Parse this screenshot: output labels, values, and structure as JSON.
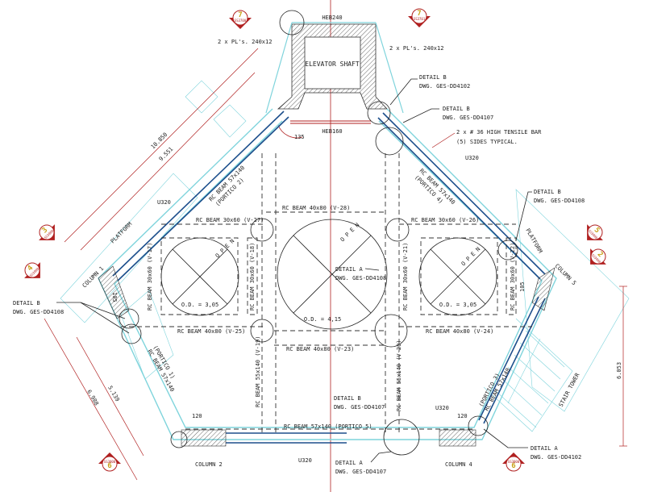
{
  "drawing": {
    "elevator_shaft": "ELEVATOR SHAFT",
    "heb240": "HEB240",
    "heb160": "HEB160",
    "pl_left": "2 x PL's. 240x12",
    "pl_right": "2 x PL's. 240x12",
    "tensile_bar_1": "2 x # 36 HIGH TENSILE BAR",
    "tensile_bar_2": "(5) SIDES TYPICAL.",
    "angle_135": "135",
    "angle_105_left": "105",
    "angle_105_right": "105",
    "angle_120_left": "120",
    "angle_120_right": "120",
    "open_left": "O P E N",
    "open_center": "O P E N",
    "open_right": "O P E N",
    "od_left": "O.D. = 3,05",
    "od_center": "O.D. = 4,15",
    "od_right": "O.D. = 3,05",
    "platform_left": "PLATFORM",
    "platform_right": "PLATFORM",
    "stair_tower": "STAIR TOWER",
    "columns": {
      "c1": "COLUMN 1",
      "c2": "COLUMN 2",
      "c4": "COLUMN 4",
      "c5": "COLUMN 5"
    },
    "u320": [
      "U320",
      "U320",
      "U320",
      "U320"
    ],
    "beams": {
      "portico2_a": "RC BEAM 57x140",
      "portico2_b": "(PORTICO 2)",
      "portico4_a": "RC BEAM 57x140",
      "portico4_b": "(PORTICO 4)",
      "portico1_a": "RC BEAM 57x140",
      "portico1_b": "(PORTICO 1)",
      "portico3_a": "RC BEAM 57x140",
      "portico3_b": "(PORTICO 3)",
      "portico5": "RC BEAM 57x140 (PORTICO 5)",
      "v28": "RC BEAM 40x80 (V-28)",
      "v27": "RC BEAM 30x60 (V-27)",
      "v26": "RC BEAM 30x60 (V-26)",
      "v25": "RC BEAM 40x80 (V-25)",
      "v24": "RC BEAM 40x80 (V-24)",
      "v23": "RC BEAM 40x80 (V-23)",
      "v17": "RC BEAM 30x60 (V-17)",
      "v18": "RC BEAM 30x60 (V-18)",
      "v21": "RC BEAM 30x60 (V-21)",
      "v22": "RC BEAM 30x60 (V-22)",
      "v19": "RC BEAM 55x140 (V-19)",
      "v20": "RC BEAM 55x140 (V-20)"
    },
    "details": {
      "d1_title": "DETAIL B",
      "d1_dwg": "DWG. GES-DD4102",
      "d2_title": "DETAIL B",
      "d2_dwg": "DWG. GES-DD4107",
      "d3_title": "DETAIL B",
      "d3_dwg": "DWG. GES-DD4108",
      "d4_title": "DETAIL B",
      "d4_dwg": "DWG. GES-DD4108",
      "d5_title": "DETAIL A",
      "d5_dwg": "DWG. GES-DD4108",
      "d6_title": "DETAIL B",
      "d6_dwg": "DWG. GES-DD4107",
      "d7_title": "DETAIL A",
      "d7_dwg": "DWG. GES-DD4107",
      "d8_title": "DETAIL A",
      "d8_dwg": "DWG. GES-DD4102"
    },
    "dimensions": {
      "d10850": "10.850",
      "d9551": "9.551",
      "d6988": "6.988",
      "d5139": "5.139",
      "d6053": "6.053"
    },
    "markers": [
      {
        "num": "7",
        "ref": "SS3700"
      },
      {
        "num": "7",
        "ref": "SS3701"
      },
      {
        "num": "3",
        "ref": "SS3000"
      },
      {
        "num": "4",
        "ref": "SS3000"
      },
      {
        "num": "5",
        "ref": "SS3000"
      },
      {
        "num": "2",
        "ref": "SS3000"
      },
      {
        "num": "6",
        "ref": "SS3000"
      },
      {
        "num": "6",
        "ref": "SS3000"
      }
    ],
    "colors": {
      "red": "#b02020",
      "cyan": "#7fd4dc",
      "blue": "#1d4f8c",
      "marker_num": "#c9a11a"
    }
  }
}
